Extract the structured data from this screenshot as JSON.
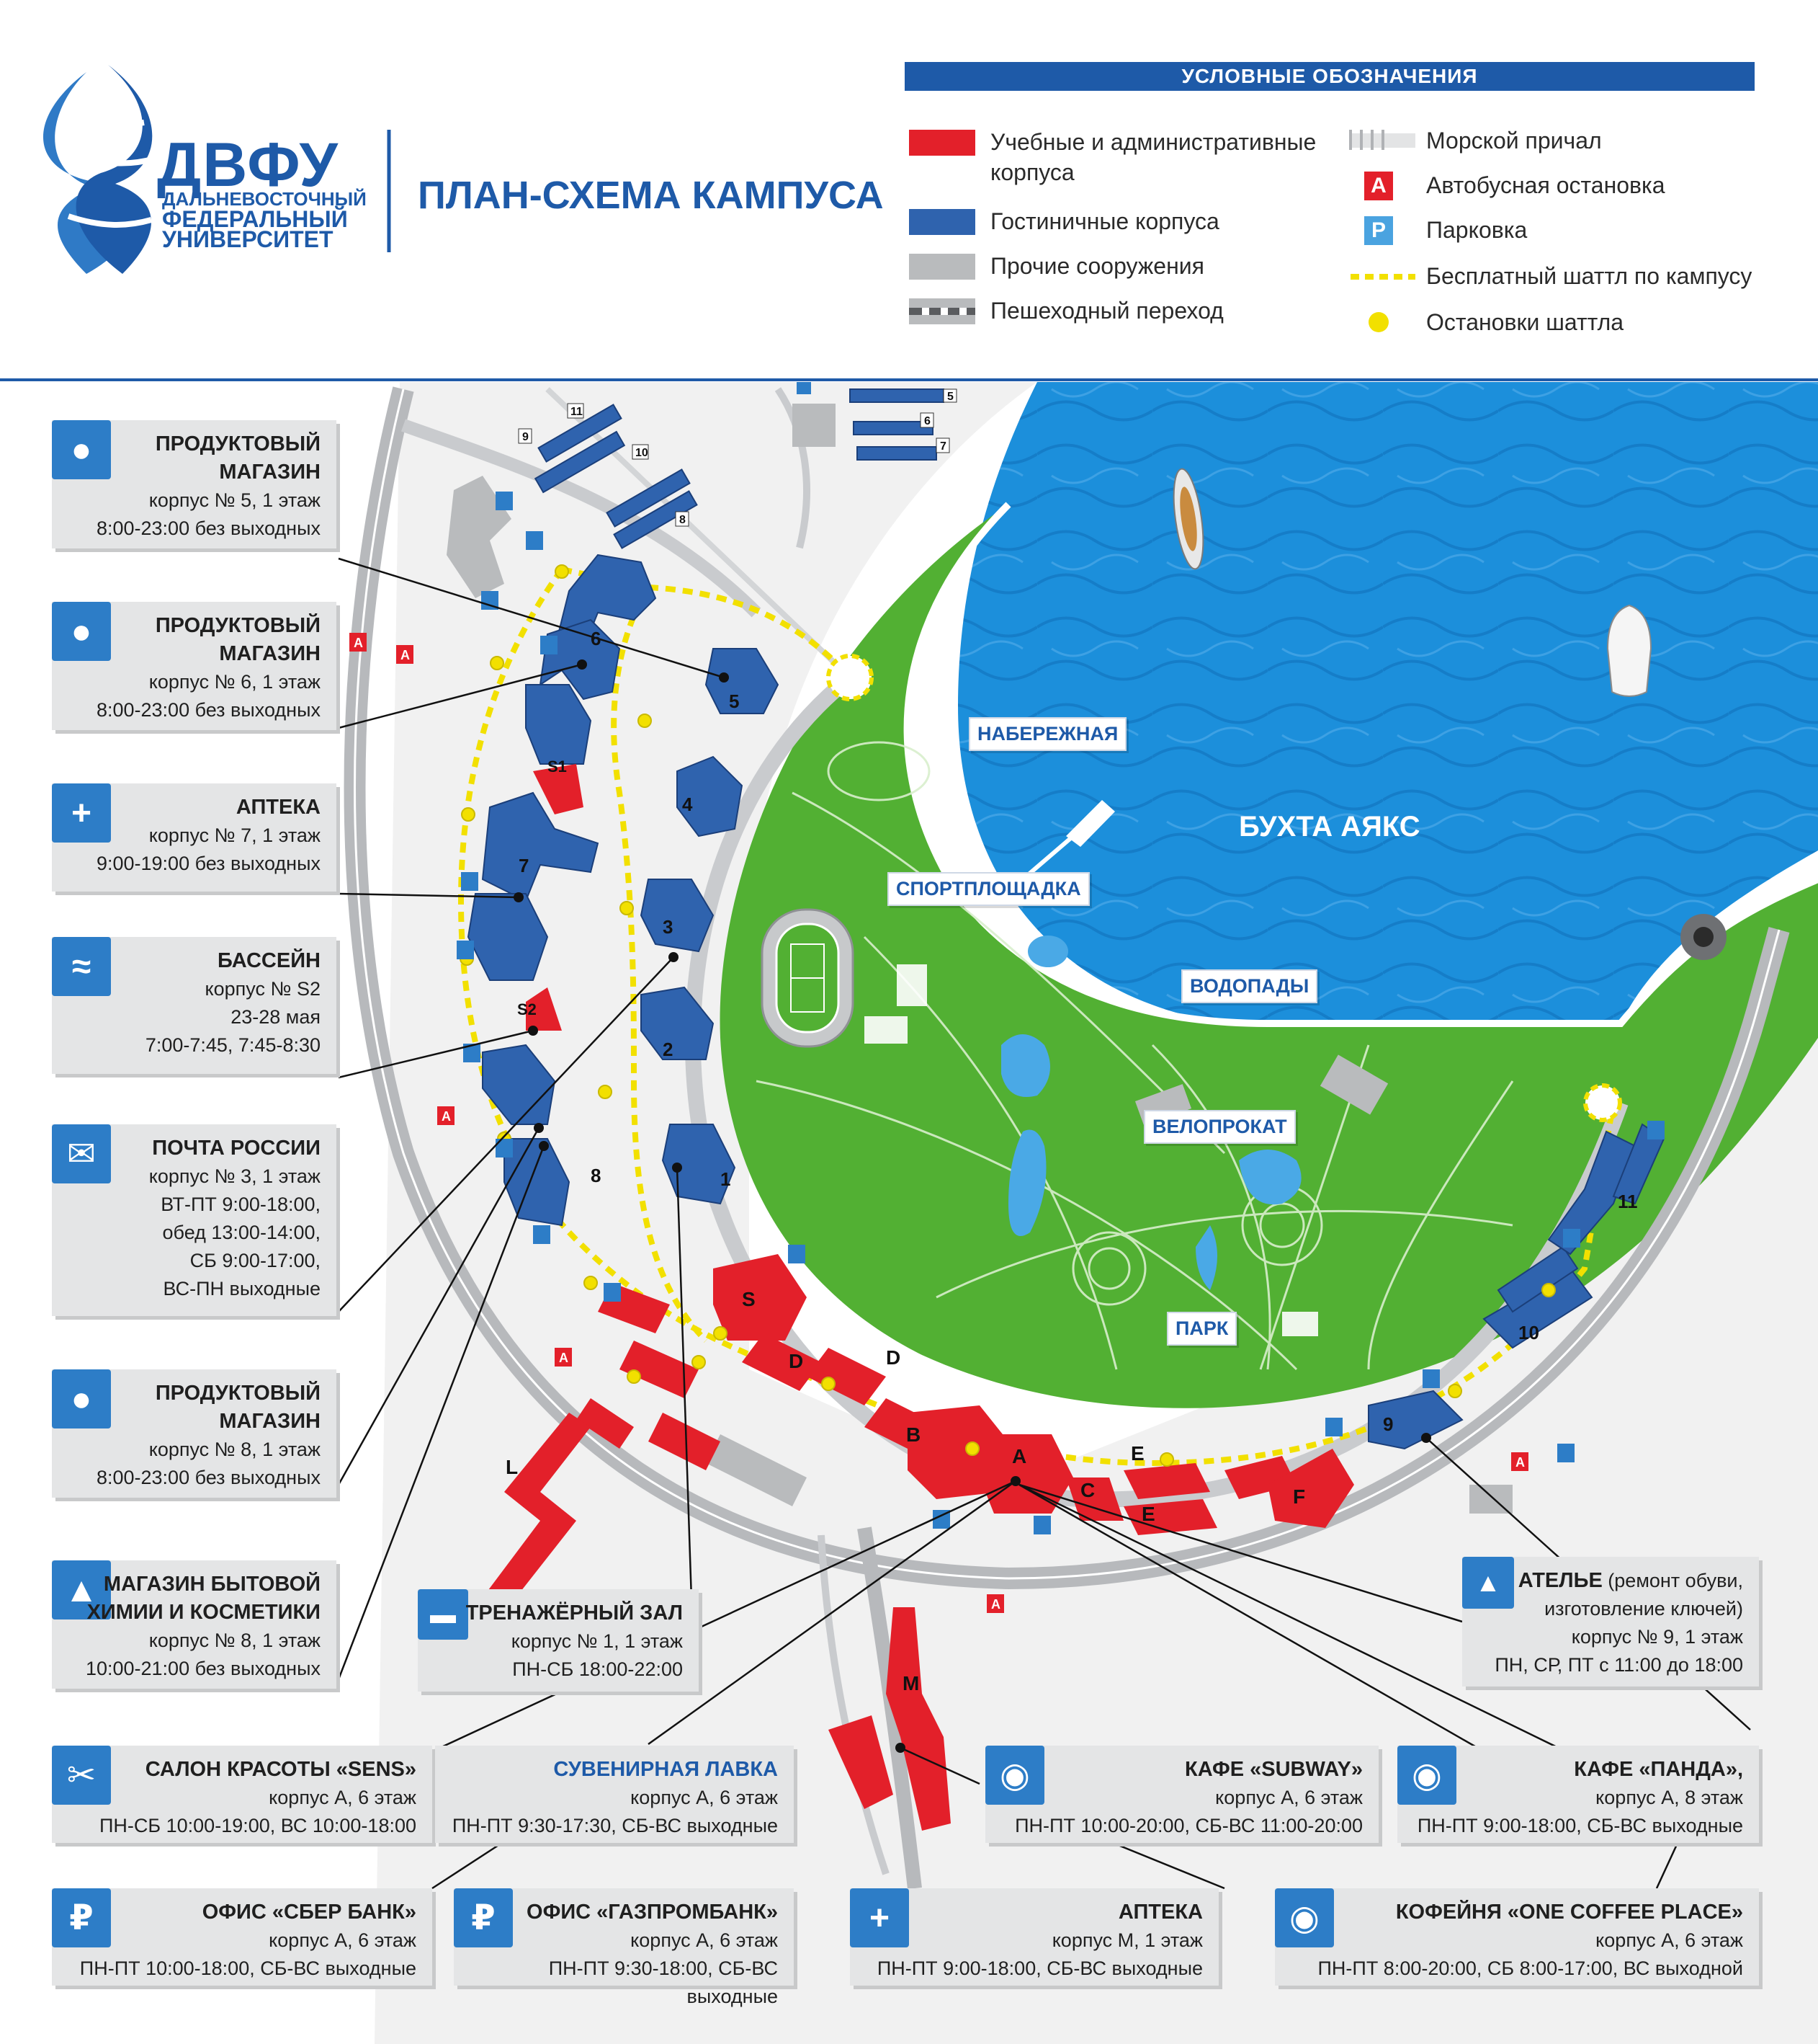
{
  "header": {
    "logo_abbr": "ДВФУ",
    "logo_line1": "ДАЛЬНЕВОСТОЧНЫЙ",
    "logo_line2": "ФЕДЕРАЛЬНЫЙ",
    "logo_line3": "УНИВЕРСИТЕТ",
    "title": "ПЛАН-СХЕМА КАМПУСА"
  },
  "legend": {
    "title": "УСЛОВНЫЕ ОБОЗНАЧЕНИЯ",
    "edu_line1": "Учебные и административные",
    "edu_line2": "корпуса",
    "hotel": "Гостиничные корпуса",
    "other": "Прочие сооружения",
    "crossing": "Пешеходный переход",
    "pier": "Морской причал",
    "bus_letter": "A",
    "bus": "Автобусная остановка",
    "parking_letter": "P",
    "parking": "Парковка",
    "shuttle": "Бесплатный шаттл по кампусу",
    "shuttle_stops": "Остановки шаттла",
    "colors": {
      "edu": "#e3202a",
      "hotel": "#2f63ae",
      "other": "#b9bbbd",
      "green": "#52b033",
      "water": "#1c8fdb",
      "brand": "#1e5aa8"
    }
  },
  "map_labels": {
    "naberezhnaya": "НАБЕРЕЖНАЯ",
    "bay": "БУХТА АЯКС",
    "sport": "СПОРТПЛОЩАДКА",
    "waterfalls": "ВОДОПАДЫ",
    "bike": "ВЕЛОПРОКАТ",
    "park": "ПАРК"
  },
  "buildings": {
    "hotels": [
      "1",
      "2",
      "3",
      "4",
      "5",
      "6",
      "7",
      "8",
      "9",
      "10",
      "11"
    ],
    "north": [
      "11",
      "10",
      "9",
      "8",
      "5",
      "6",
      "7"
    ],
    "edu": [
      "S",
      "D",
      "D",
      "B",
      "A",
      "C",
      "E",
      "E",
      "F",
      "L",
      "M",
      "S1",
      "S2"
    ]
  },
  "info": {
    "shop5": {
      "icon": "apple-icon",
      "title1": "ПРОДУКТОВЫЙ",
      "title2": "МАГАЗИН",
      "l1": "корпус № 5, 1 этаж",
      "l2": "8:00-23:00 без выходных"
    },
    "shop6": {
      "icon": "apple-icon",
      "title1": "ПРОДУКТОВЫЙ",
      "title2": "МАГАЗИН",
      "l1": "корпус № 6, 1 этаж",
      "l2": "8:00-23:00 без выходных"
    },
    "pharm7": {
      "icon": "cross-icon",
      "title1": "АПТЕКА",
      "l1": "корпус № 7, 1 этаж",
      "l2": "9:00-19:00 без выходных"
    },
    "pool": {
      "icon": "pool-icon",
      "title1": "БАССЕЙН",
      "l1": "корпус № S2",
      "l2": "23-28 мая",
      "l3": "7:00-7:45, 7:45-8:30"
    },
    "post": {
      "icon": "mail-icon",
      "title1": "ПОЧТА РОССИИ",
      "l1": "корпус № 3, 1 этаж",
      "l2": "ВТ-ПТ 9:00-18:00,",
      "l3": "обед 13:00-14:00,",
      "l4": "СБ 9:00-17:00,",
      "l5": "ВС-ПН выходные"
    },
    "shop8": {
      "icon": "apple-icon",
      "title1": "ПРОДУКТОВЫЙ",
      "title2": "МАГАЗИН",
      "l1": "корпус № 8, 1 этаж",
      "l2": "8:00-23:00 без выходных"
    },
    "chem": {
      "icon": "bottles-icon",
      "title1": "МАГАЗИН БЫТОВОЙ",
      "title2": "ХИМИИ И КОСМЕТИКИ",
      "l1": "корпус № 8, 1 этаж",
      "l2": "10:00-21:00 без выходных"
    },
    "gym": {
      "icon": "dumbbell-icon",
      "title1": "ТРЕНАЖЁРНЫЙ ЗАЛ",
      "l1": "корпус № 1, 1 этаж",
      "l2": "ПН-СБ 18:00-22:00"
    },
    "atelier": {
      "icon": "bottles-icon",
      "title1": "АТЕЛЬЕ",
      "title1b": " (ремонт обуви,",
      "title2": "изготовление ключей)",
      "l1": "корпус № 9, 1 этаж",
      "l2": "ПН, СР, ПТ с 11:00 до 18:00"
    },
    "beauty": {
      "icon": "scissors-icon",
      "title1": "САЛОН КРАСОТЫ «SENS»",
      "l1": "корпус А, 6 этаж",
      "l2": "ПН-СБ 10:00-19:00, ВС 10:00-18:00"
    },
    "souvenir": {
      "title1": "СУВЕНИРНАЯ ЛАВКА",
      "l1": "корпус А, 6 этаж",
      "l2": "ПН-ПТ 9:30-17:30, СБ-ВС выходные"
    },
    "subway": {
      "icon": "plate-icon",
      "title1": "КАФЕ «SUBWAY»",
      "l1": "корпус А, 6 этаж",
      "l2": "ПН-ПТ 10:00-20:00, СБ-ВС 11:00-20:00"
    },
    "panda": {
      "icon": "plate-icon",
      "title1": "КАФЕ «ПАНДА»,",
      "l1": "корпус А, 8 этаж",
      "l2": "ПН-ПТ 9:00-18:00, СБ-ВС выходные"
    },
    "sber": {
      "icon": "ruble-icon",
      "title1": "ОФИС «СБЕР БАНК»",
      "l1": "корпус А, 6 этаж",
      "l2": "ПН-ПТ 10:00-18:00, СБ-ВС выходные"
    },
    "gazprom": {
      "icon": "ruble-icon",
      "title1": "ОФИС «ГАЗПРОМБАНК»",
      "l1": "корпус А, 6 этаж",
      "l2": "ПН-ПТ 9:30-18:00, СБ-ВС выходные"
    },
    "pharmM": {
      "icon": "cross-icon",
      "title1": "АПТЕКА",
      "l1": "корпус М, 1 этаж",
      "l2": "ПН-ПТ 9:00-18:00, СБ-ВС выходные"
    },
    "coffee": {
      "icon": "plate-icon",
      "title1": "КОФЕЙНЯ «ONE COFFEE PLACE»",
      "l1": "корпус А, 6 этаж",
      "l2": "ПН-ПТ  8:00-20:00, СБ 8:00-17:00, ВС выходной"
    }
  }
}
